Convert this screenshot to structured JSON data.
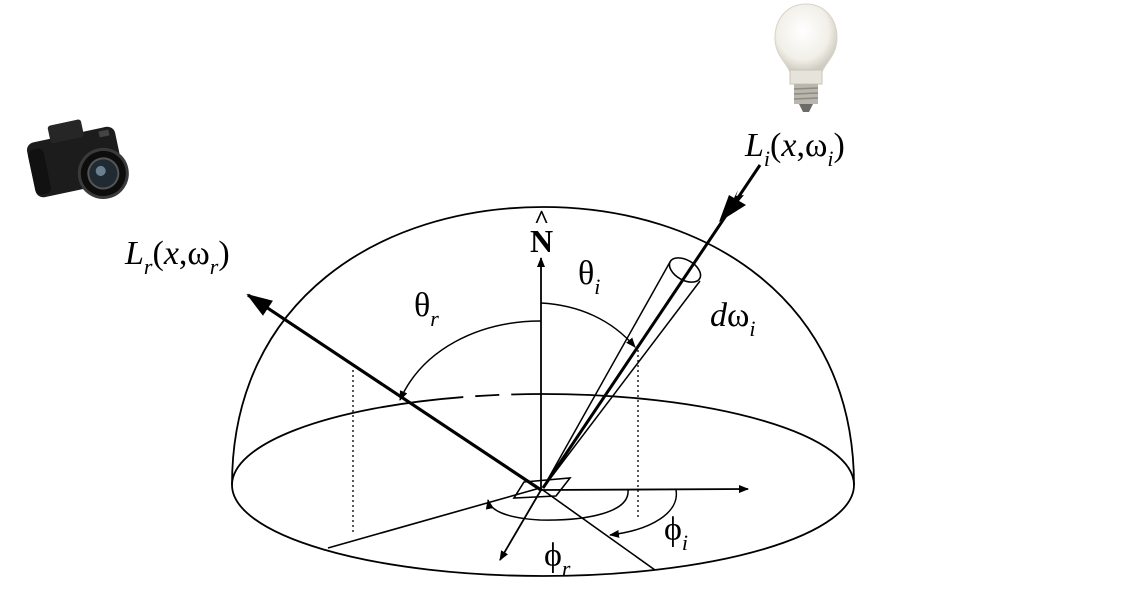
{
  "labels": {
    "normal": {
      "base": "N",
      "hat": "^"
    },
    "theta_i": {
      "base": "θ",
      "sub": "i"
    },
    "theta_r": {
      "base": "θ",
      "sub": "r"
    },
    "phi_i": {
      "base": "ϕ",
      "sub": "i"
    },
    "phi_r": {
      "base": "ϕ",
      "sub": "r"
    },
    "d_omega_i": {
      "d": "d",
      "omega": "ω",
      "sub": "i"
    },
    "L_i": {
      "L": "L",
      "sub": "i",
      "open": "(",
      "x": "x",
      "comma": ",",
      "omega": "ω",
      "omega_sub": "i",
      "close": ")"
    },
    "L_r": {
      "L": "L",
      "sub": "r",
      "open": "(",
      "x": "x",
      "comma": ",",
      "omega": "ω",
      "omega_sub": "r",
      "close": ")"
    }
  },
  "icons": {
    "camera": "camera-icon",
    "light_bulb": "light-bulb-icon"
  },
  "colors": {
    "ink": "#000000",
    "background": "#ffffff",
    "camera_body": "#1c1c1c",
    "bulb_glass": "#f4f2ec"
  }
}
